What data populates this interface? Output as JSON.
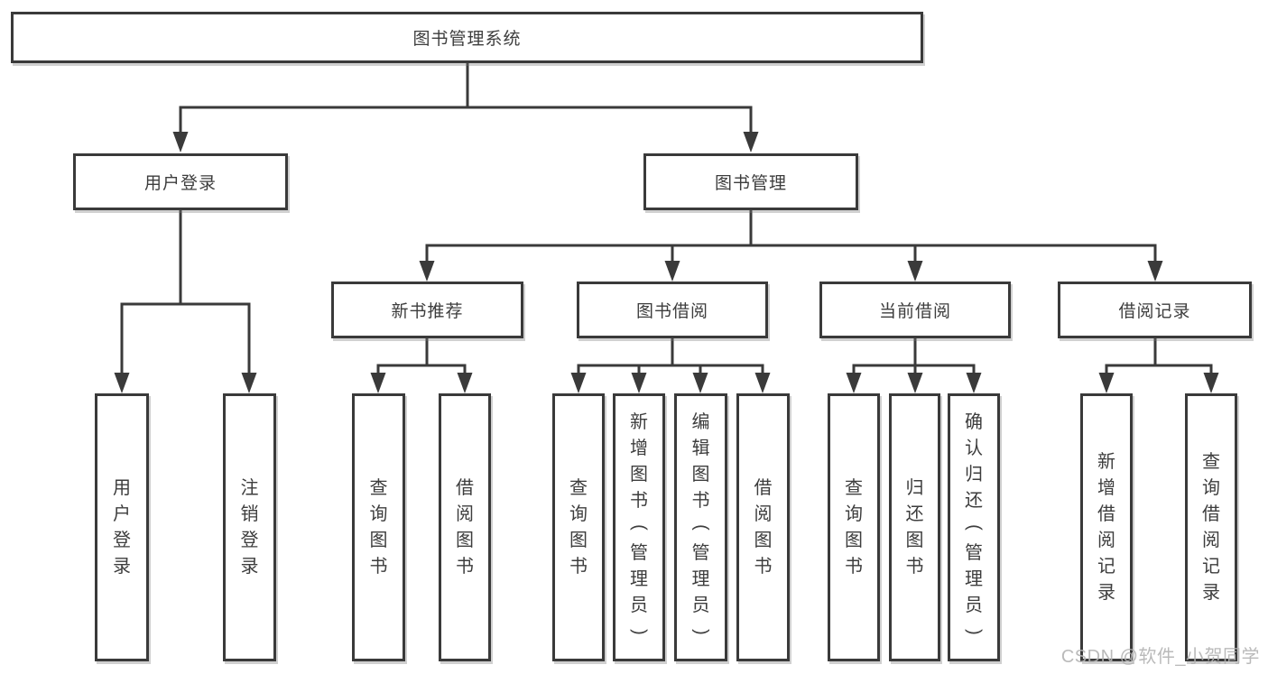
{
  "tree": {
    "root": {
      "label": "图书管理系统"
    },
    "branches": [
      {
        "label": "用户登录",
        "children": [
          {
            "label": "用户登录"
          },
          {
            "label": "注销登录"
          }
        ]
      },
      {
        "label": "图书管理",
        "children": [
          {
            "label": "新书推荐",
            "children": [
              {
                "label": "查询图书"
              },
              {
                "label": "借阅图书"
              }
            ]
          },
          {
            "label": "图书借阅",
            "children": [
              {
                "label": "查询图书"
              },
              {
                "label": "新增图书（管理员）"
              },
              {
                "label": "编辑图书（管理员）"
              },
              {
                "label": "借阅图书"
              }
            ]
          },
          {
            "label": "当前借阅",
            "children": [
              {
                "label": "查询图书"
              },
              {
                "label": "归还图书"
              },
              {
                "label": "确认归还（管理员）"
              }
            ]
          },
          {
            "label": "借阅记录",
            "children": [
              {
                "label": "新增借阅记录"
              },
              {
                "label": "查询借阅记录"
              }
            ]
          }
        ]
      }
    ]
  },
  "watermark": {
    "text": "CSDN @软件_小贺同学"
  },
  "colors": {
    "line": "#3a3a3a",
    "text": "#3d3d3d",
    "box_background": "#ffffff",
    "page_background": "#ffffff",
    "watermark": "#b3b3b3"
  }
}
